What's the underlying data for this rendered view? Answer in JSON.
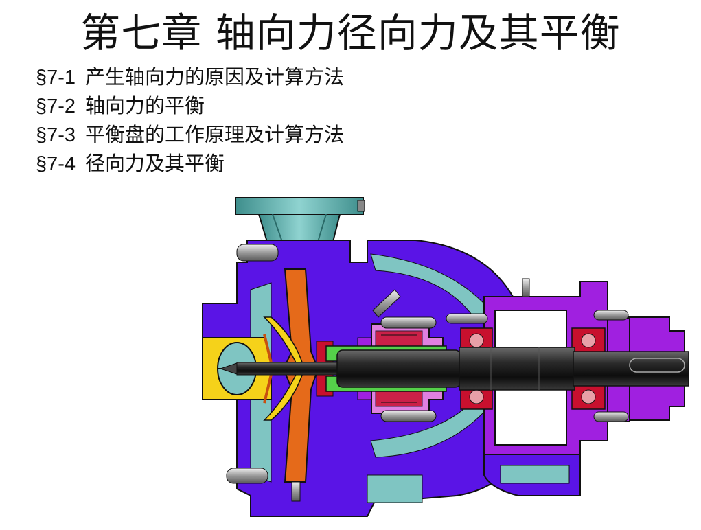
{
  "slide": {
    "title": "第七章 轴向力径向力及其平衡",
    "toc": [
      {
        "num": "§7-1",
        "text": "产生轴向力的原因及计算方法"
      },
      {
        "num": "§7-2",
        "text": "轴向力的平衡"
      },
      {
        "num": "§7-3",
        "text": "平衡盘的工作原理及计算方法"
      },
      {
        "num": "§7-4",
        "text": "径向力及其平衡"
      }
    ]
  },
  "figure": {
    "icon": "centrifugal-pump-cross-section",
    "colors": {
      "casing": "#5a14e6",
      "bracket": "#a020e0",
      "flange": "#6fbab8",
      "inlet": "#f5d21a",
      "impeller": "#e56a1a",
      "shaft": "#1b1b1b",
      "sleeve": "#55d04a",
      "bearing": "#c8102e",
      "hub": "#e080e0"
    }
  }
}
